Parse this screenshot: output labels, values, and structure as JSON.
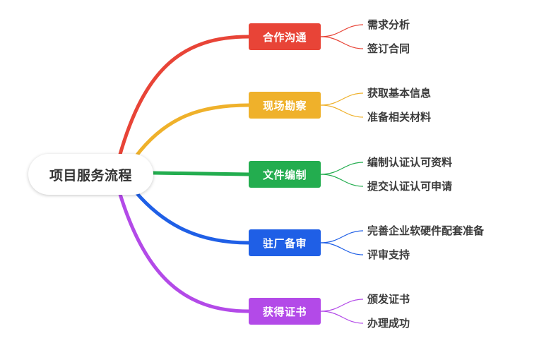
{
  "root": {
    "label": "项目服务流程"
  },
  "branches": [
    {
      "label": "合作沟通",
      "color": "#e84437",
      "leaves": [
        "需求分析",
        "签订合同"
      ]
    },
    {
      "label": "现场勘察",
      "color": "#efb12b",
      "leaves": [
        "获取基本信息",
        "准备相关材料"
      ]
    },
    {
      "label": "文件编制",
      "color": "#23ad4f",
      "leaves": [
        "编制认证认可资料",
        "提交认证认可申请"
      ]
    },
    {
      "label": "驻厂备审",
      "color": "#1f5fe6",
      "leaves": [
        "完善企业软硬件配套准备",
        "评审支持"
      ]
    },
    {
      "label": "获得证书",
      "color": "#b34ae8",
      "leaves": [
        "颁发证书",
        "办理成功"
      ]
    }
  ]
}
